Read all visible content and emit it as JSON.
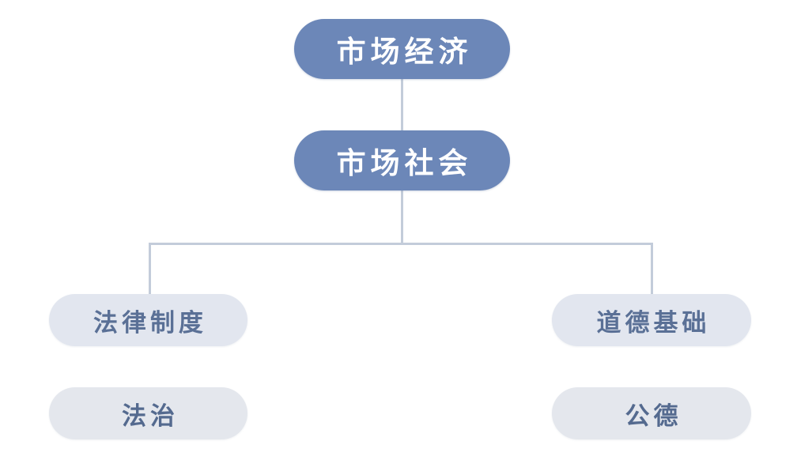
{
  "diagram": {
    "type": "hierarchy-tree",
    "title": "",
    "background_color": "#ffffff",
    "palette": {
      "primary_fill": "#6c87b8",
      "primary_text": "#ffffff",
      "secondary_fill": "#e2e6ef",
      "secondary_text": "#5a7096",
      "tertiary_fill": "#e4e7ed",
      "tertiary_text": "#546a8f",
      "connector_line": "#c3ccda"
    },
    "nodes": [
      {
        "id": "market-economy",
        "label": "市场经济",
        "level": 1,
        "style": "primary"
      },
      {
        "id": "market-society",
        "label": "市场社会",
        "level": 2,
        "style": "primary"
      },
      {
        "id": "legal-system",
        "label": "法律制度",
        "level": 3,
        "style": "secondary"
      },
      {
        "id": "moral-foundation",
        "label": "道德基础",
        "level": 3,
        "style": "secondary"
      },
      {
        "id": "rule-of-law",
        "label": "法治",
        "level": 4,
        "style": "tertiary"
      },
      {
        "id": "public-morality",
        "label": "公德",
        "level": 4,
        "style": "tertiary"
      }
    ],
    "edges": [
      {
        "from": "market-economy",
        "to": "market-society",
        "shape": "vertical"
      },
      {
        "from": "market-society",
        "to": "legal-system",
        "shape": "elbow-left"
      },
      {
        "from": "market-society",
        "to": "moral-foundation",
        "shape": "elbow-right"
      }
    ]
  }
}
